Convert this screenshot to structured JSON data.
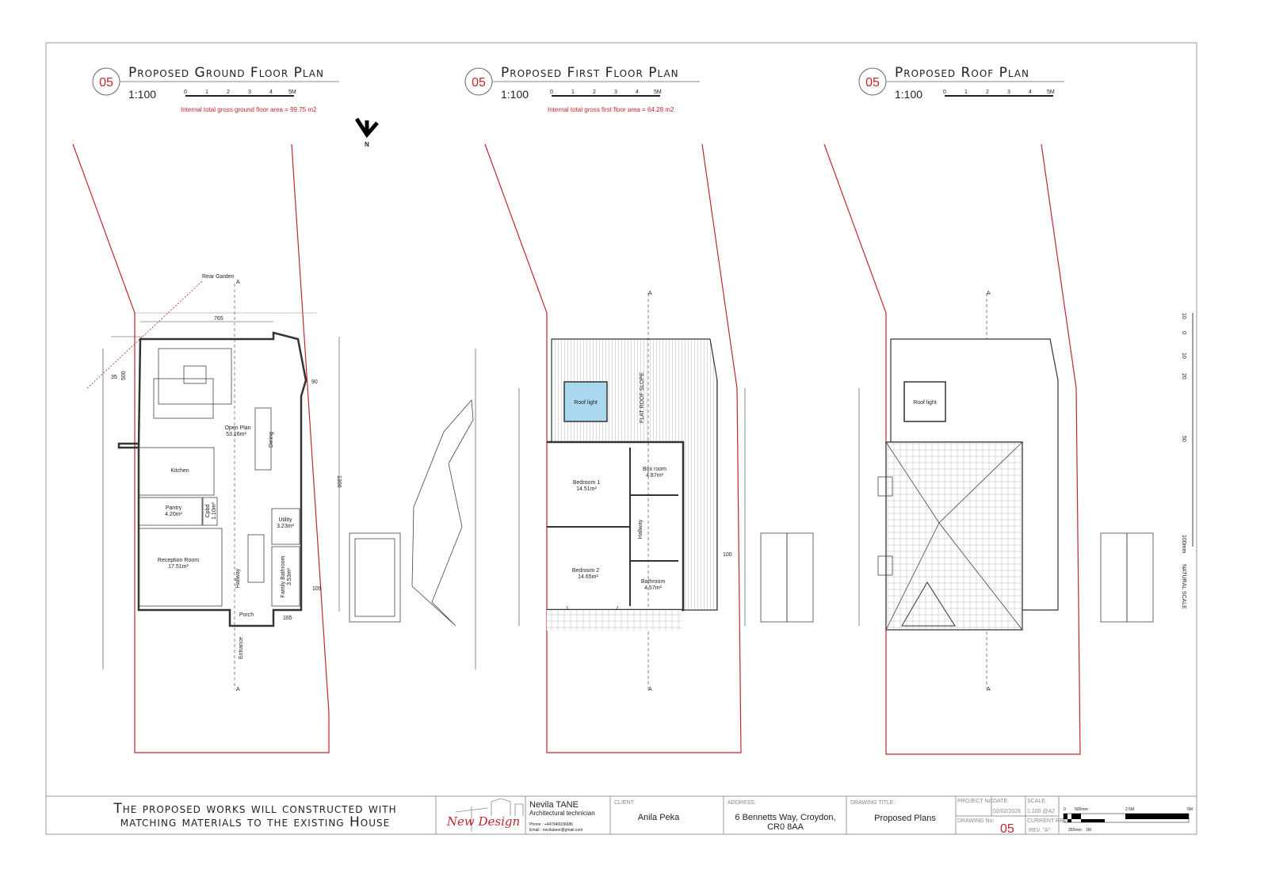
{
  "plans": [
    {
      "number": "05",
      "title": "Proposed Ground Floor Plan",
      "scale": "1:100",
      "scale_ticks": [
        "0",
        "1",
        "2",
        "3",
        "4",
        "5M"
      ],
      "area_note": "Internal total gross ground floor area = 99.75 m2"
    },
    {
      "number": "05",
      "title": "Proposed First Floor Plan",
      "scale": "1:100",
      "scale_ticks": [
        "0",
        "1",
        "2",
        "3",
        "4",
        "5M"
      ],
      "area_note": "Internal total gross first floor area = 64.28 m2"
    },
    {
      "number": "05",
      "title": "Proposed Roof Plan",
      "scale": "1:100",
      "scale_ticks": [
        "0",
        "1",
        "2",
        "3",
        "4",
        "5M"
      ]
    }
  ],
  "north_label": "N",
  "ground_floor": {
    "rooms": [
      {
        "name": "Open Plan",
        "area": "53.16m²"
      },
      {
        "name": "Dining"
      },
      {
        "name": "Kitchen"
      },
      {
        "name": "Pantry",
        "area": "4.20m²"
      },
      {
        "name": "Cpbd",
        "area": "1.10m²"
      },
      {
        "name": "Utility",
        "area": "3.23m²"
      },
      {
        "name": "Reception Room",
        "area": "17.51m²"
      },
      {
        "name": "Hallway"
      },
      {
        "name": "Family Bathroom",
        "area": "3.53m²"
      },
      {
        "name": "Porch"
      }
    ],
    "labels": {
      "rear_garden": "Rear Garden",
      "entrance": "Entrance",
      "section": "A"
    },
    "dimensions": [
      "765",
      "500",
      "35",
      "90",
      "1300",
      "109",
      "165"
    ]
  },
  "first_floor": {
    "rooms": [
      {
        "name": "Bedroom 1",
        "area": "14.51m²"
      },
      {
        "name": "Box room",
        "area": "4.87m²"
      },
      {
        "name": "Hallway"
      },
      {
        "name": "Bedroom 2",
        "area": "14.65m²"
      },
      {
        "name": "Bathroom",
        "area": "4.57m²"
      }
    ],
    "roof_light": "Roof light",
    "flat_roof": "FLAT ROOF SLOPE",
    "dimension": "100",
    "section": "A"
  },
  "roof_plan": {
    "roof_light": "Roof light",
    "section": "A"
  },
  "natural_scale": {
    "ticks": [
      "10",
      "0",
      "10",
      "20",
      "50",
      "100mm"
    ],
    "label": "NATURAL SCALE"
  },
  "title_block": {
    "note_line1": "The proposed works will constructed with",
    "note_line2": "matching materials to the existing House",
    "logo": "New Design",
    "designer_name": "Nevila TANE",
    "designer_role": "Architectural technician",
    "phone": "Phone : +447940036686",
    "email": "Email : nevilatane@gmail.com",
    "client_label": "CLIENT:",
    "client": "Anila Peka",
    "address_label": "ADDRESS:",
    "address_line1": "6 Bennetts Way, Croydon,",
    "address_line2": "CR0 8AA",
    "drawing_title_label": "DRAWING TITLE:",
    "drawing_title": "Proposed Plans",
    "project_no_label": "PROJECT No:",
    "date_label": "DATE:",
    "date": "02/02/2026",
    "scale_label": "SCALE:",
    "scale": "1:100 @A2",
    "drawing_no_label": "DRAWING No:",
    "drawing_no": "05",
    "current_rev_label": "CURRENT REV",
    "current_rev": "REV. \"A\"",
    "bar_scale": [
      "0",
      "500mm",
      "2.5M",
      "5M",
      "250mm",
      "1M"
    ]
  },
  "colors": {
    "accent": "#c0272d",
    "roof_light": "#a9d8f0"
  }
}
